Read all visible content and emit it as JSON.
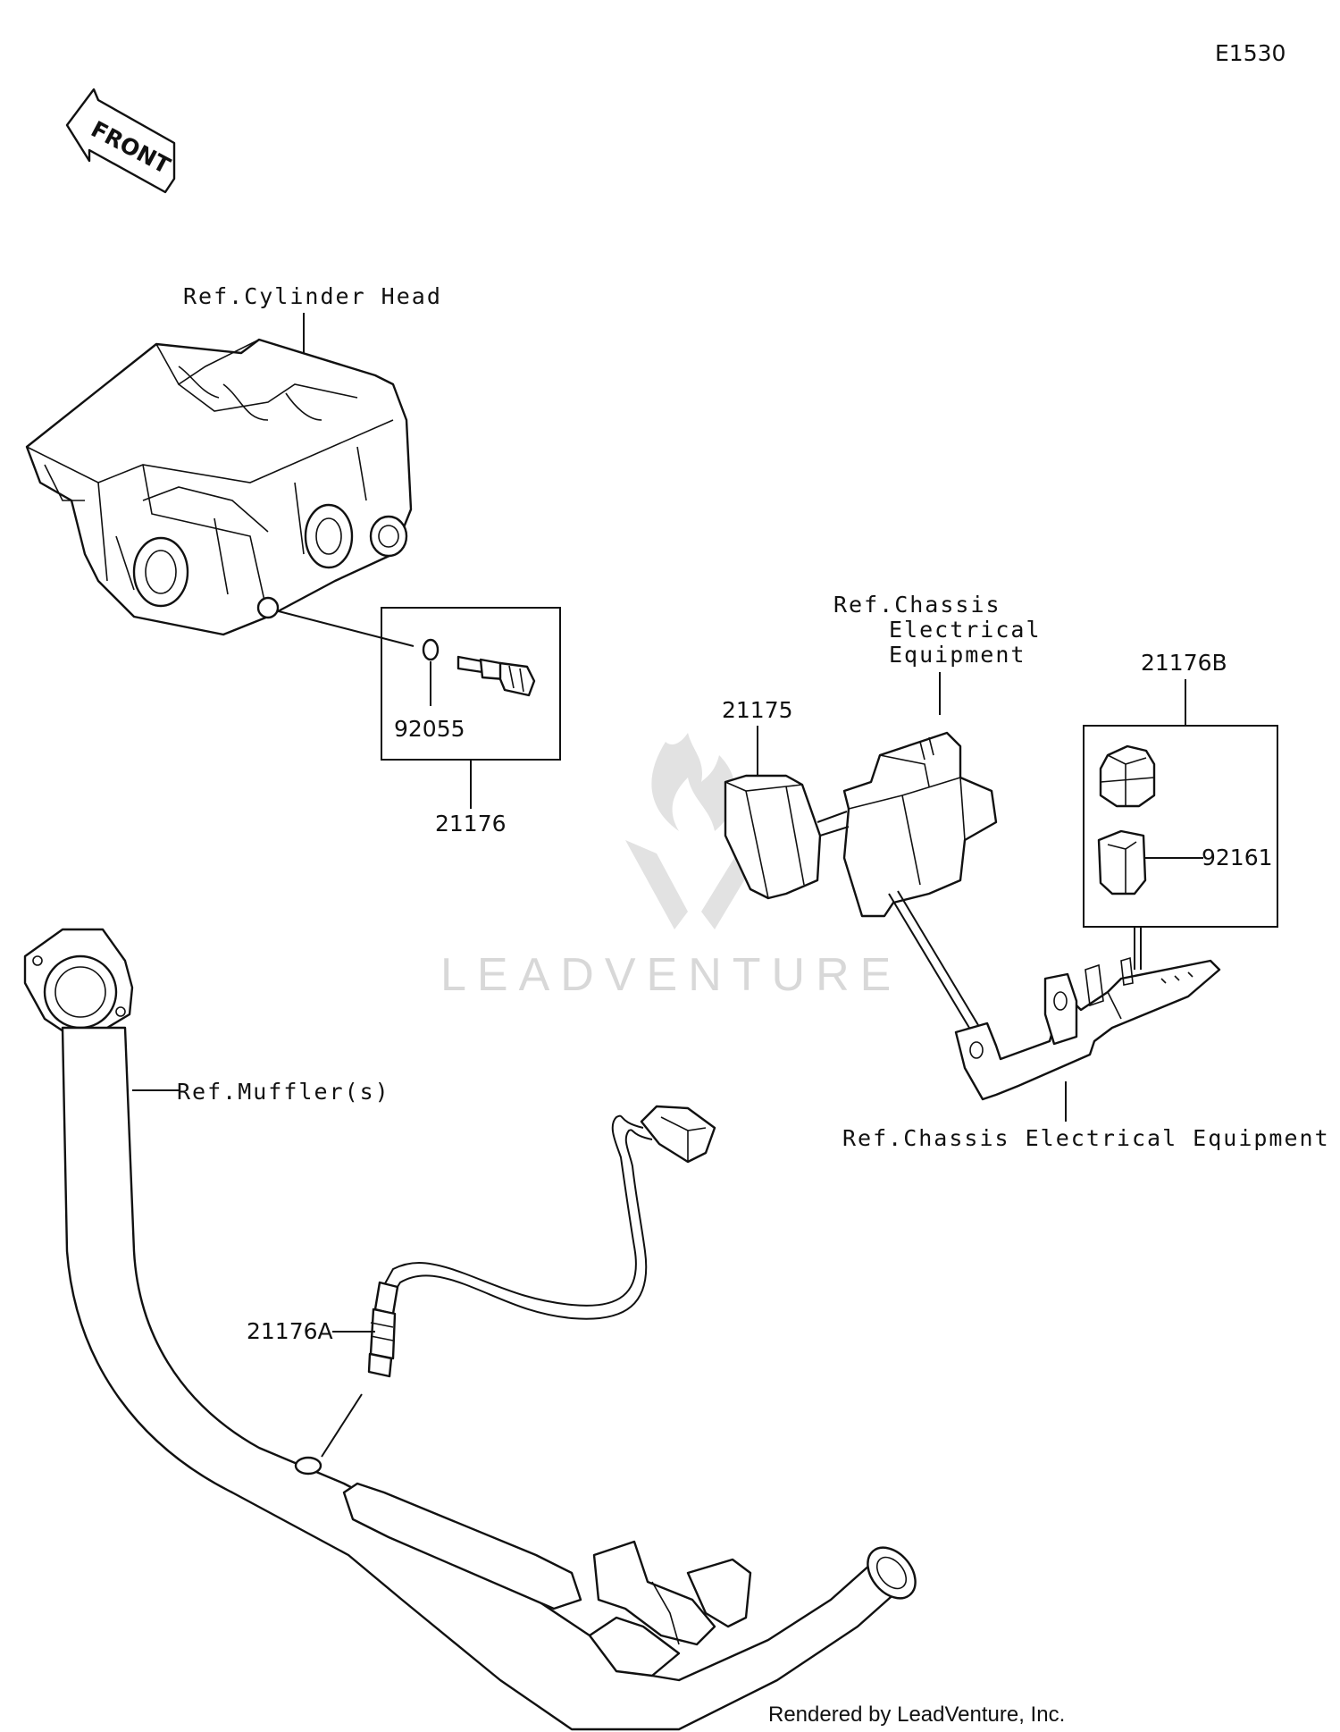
{
  "diagram_code": "E1530",
  "front_arrow": {
    "label": "FRONT",
    "icon": "front-direction-arrow-icon"
  },
  "watermark": {
    "text": "LEADVENTURE",
    "icon": "leadventure-flame-logo-icon"
  },
  "refs": {
    "cylinder_head": "Ref.Cylinder Head",
    "chassis_electrical_top": [
      "Ref.Chassis",
      "Electrical",
      "Equipment"
    ],
    "muffler": "Ref.Muffler(s)",
    "chassis_electrical_bottom": "Ref.Chassis Electrical Equipment"
  },
  "parts": {
    "p92055": "92055",
    "p21176": "21176",
    "p21175": "21175",
    "p21176B": "21176B",
    "p92161": "92161",
    "p21176A": "21176A"
  },
  "credit": "Rendered by LeadVenture, Inc."
}
